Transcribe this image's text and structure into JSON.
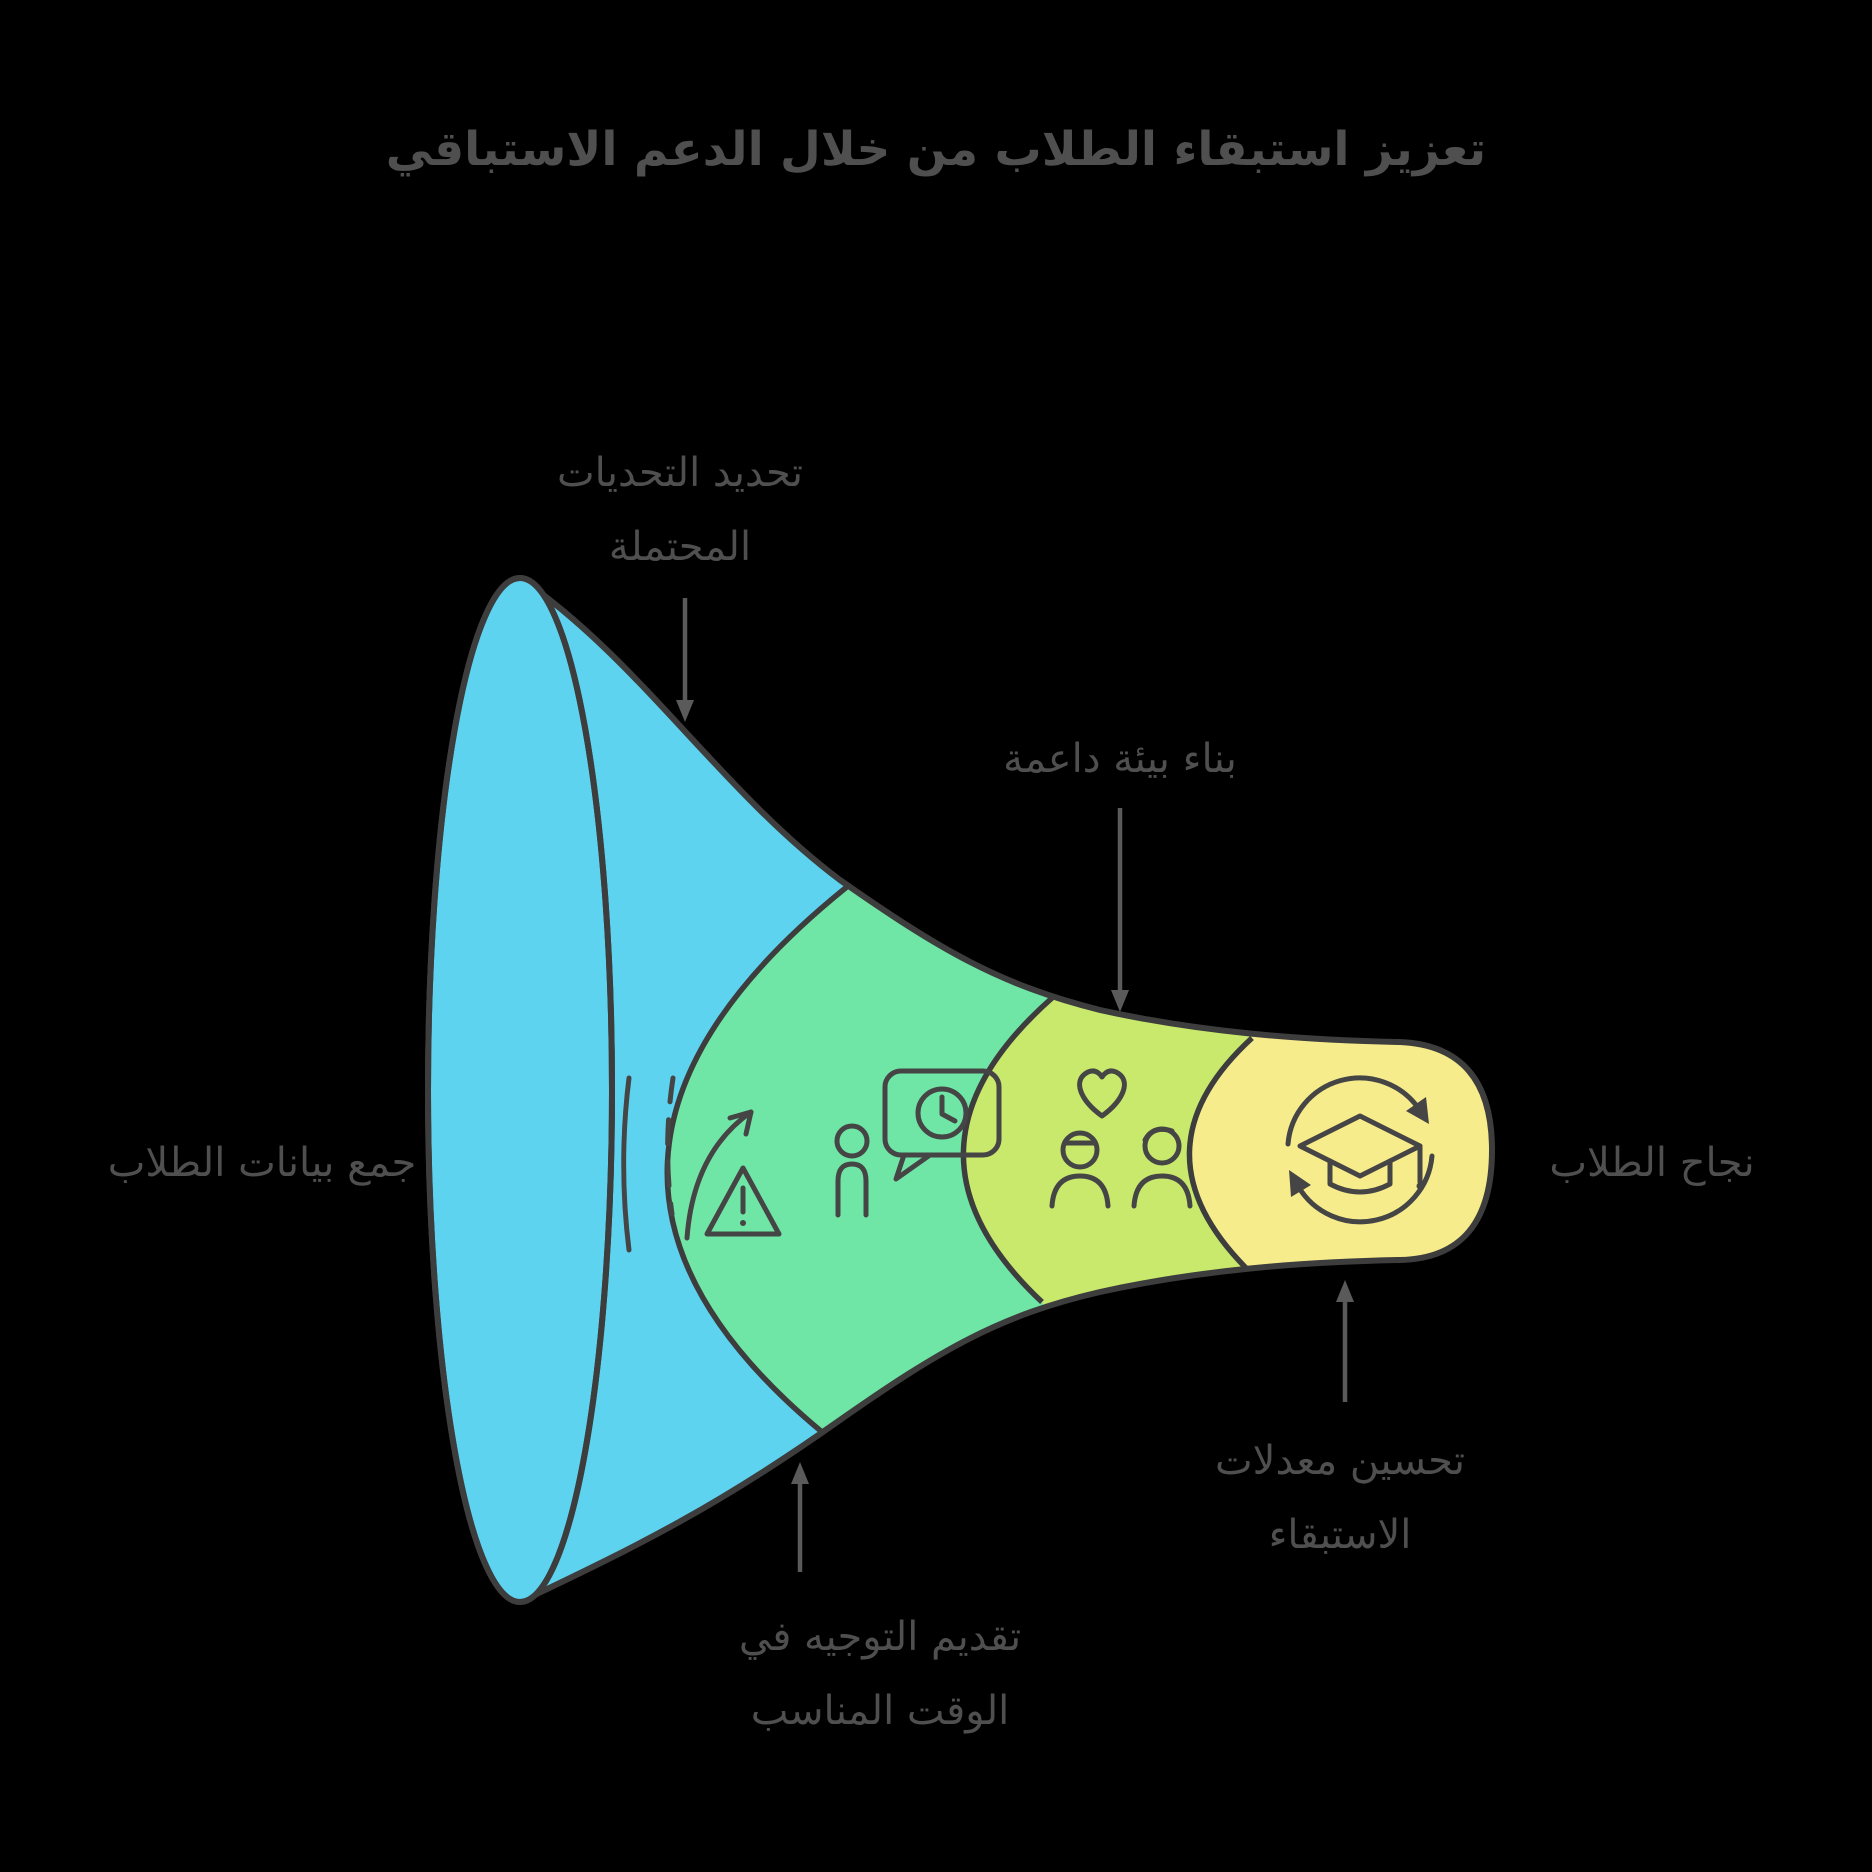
{
  "title": "تعزيز استبقاء الطلاب من خلال الدعم الاستباقي",
  "colors": {
    "background": "#000000",
    "outline": "#3d3d3d",
    "text": "#4f4f4f",
    "arrow": "#5a5a5a",
    "icon": "#454545"
  },
  "funnel": {
    "input_label": "جمع بيانات الطلاب",
    "output_label": "نجاح الطلاب",
    "stages": [
      {
        "name": "identify-challenges",
        "color": "#5ed3f0",
        "icon": "road-warning-icon",
        "label": "تحديد التحديات المحتملة",
        "label_lines": [
          "تحديد التحديات",
          "المحتملة"
        ],
        "annotation_position": "above"
      },
      {
        "name": "timely-guidance",
        "color": "#70e6a6",
        "icon": "person-chat-clock-icon",
        "label": "تقديم التوجيه في الوقت المناسب",
        "label_lines": [
          "تقديم التوجيه في",
          "الوقت المناسب"
        ],
        "annotation_position": "below"
      },
      {
        "name": "supportive-environment",
        "color": "#c9e96d",
        "icon": "people-heart-icon",
        "label": "بناء بيئة داعمة",
        "label_lines": [
          "بناء بيئة داعمة"
        ],
        "annotation_position": "above"
      },
      {
        "name": "improve-retention",
        "color": "#f7ec8b",
        "icon": "graduation-cycle-icon",
        "label": "تحسين معدلات الاستبقاء",
        "label_lines": [
          "تحسين معدلات",
          "الاستبقاء"
        ],
        "annotation_position": "below"
      }
    ]
  }
}
